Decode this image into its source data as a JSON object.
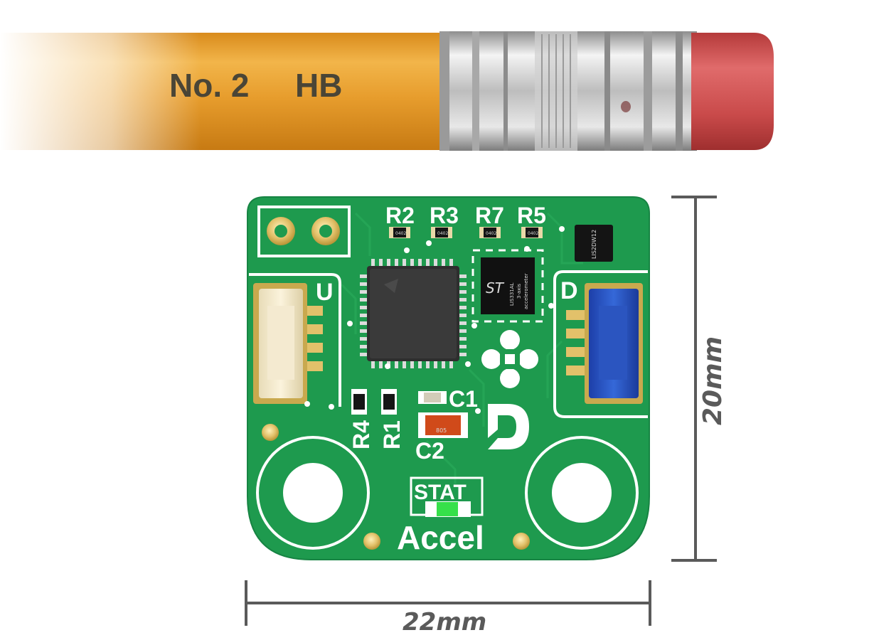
{
  "pencil": {
    "label_left": "No. 2",
    "label_right": "HB",
    "colors": {
      "body": "#e8a02a",
      "ferrule": "#c8c8c8",
      "eraser": "#c84848"
    }
  },
  "board": {
    "colors": {
      "pcb": "#1e9a4e",
      "silkscreen": "#ffffff",
      "gold": "#e2c16a"
    },
    "resistor_labels_top": [
      "R2",
      "R3",
      "R7",
      "R5"
    ],
    "left_connector_label": "U",
    "right_connector_label": "D",
    "resistor_labels_bottom": [
      "R4",
      "R1"
    ],
    "cap_labels": [
      "C1",
      "C2"
    ],
    "cap_marking": "805",
    "chip_marking": "LIS2DW12",
    "sensor_marking_lines": [
      "LIS331AL",
      "3-axis",
      "accelerometer"
    ],
    "resistor_marking": "0402",
    "stat_label": "STAT",
    "board_name": "Accel",
    "brand_letter": "D"
  },
  "dimensions": {
    "height": "20mm",
    "width": "22mm"
  }
}
